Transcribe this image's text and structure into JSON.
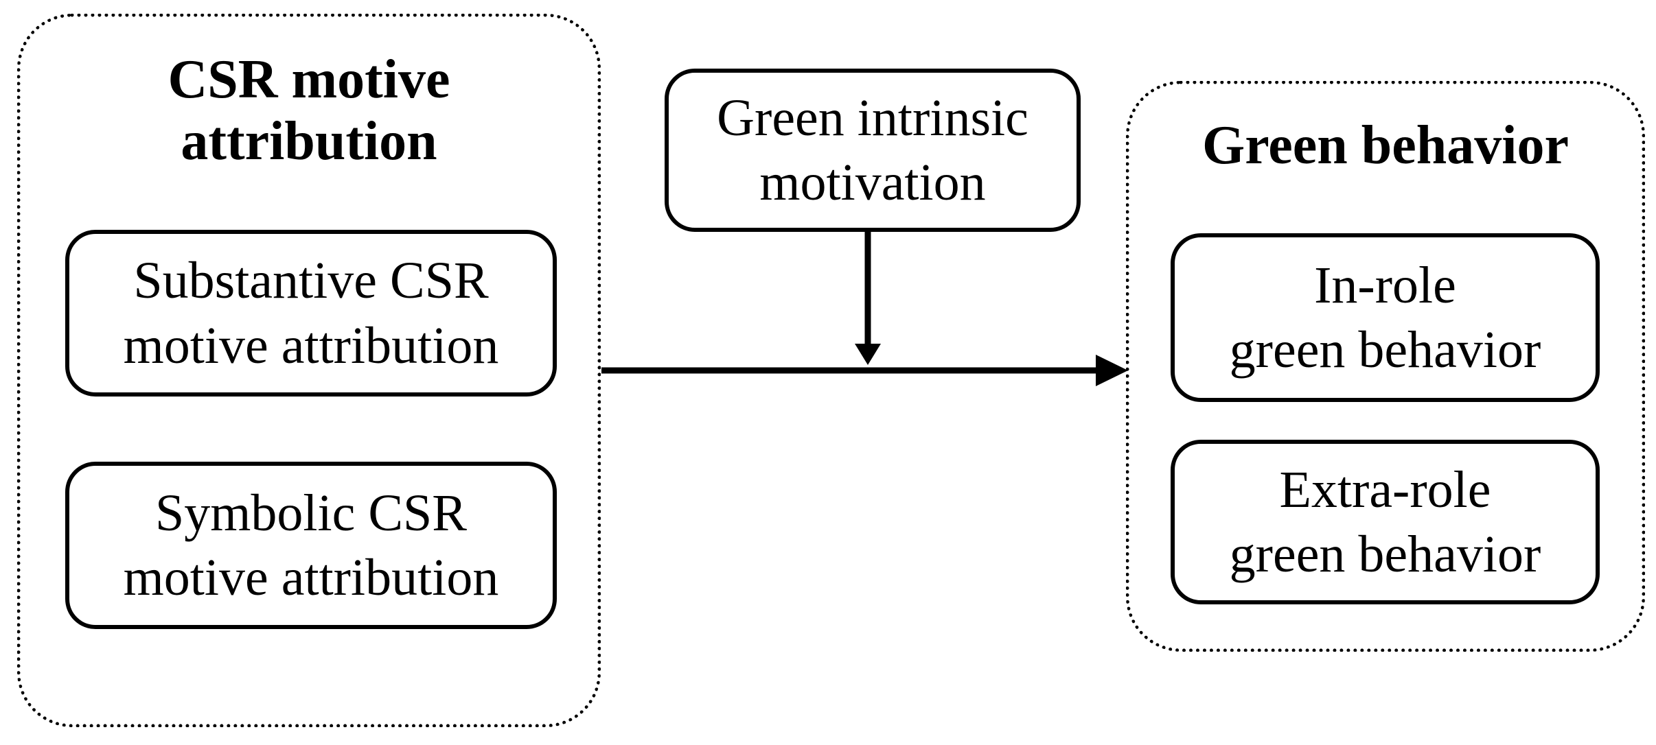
{
  "diagram": {
    "left_group": {
      "title_line1": "CSR motive",
      "title_line2": "attribution",
      "box1_line1": "Substantive CSR",
      "box1_line2": "motive attribution",
      "box2_line1": "Symbolic CSR",
      "box2_line2": "motive attribution"
    },
    "moderator_box": {
      "line1": "Green intrinsic",
      "line2": "motivation"
    },
    "right_group": {
      "title": "Green behavior",
      "box1_line1": "In-role",
      "box1_line2": "green behavior",
      "box2_line1": "Extra-role",
      "box2_line2": "green behavior"
    },
    "colors": {
      "line": "#000000",
      "text": "#000000",
      "background": "#ffffff"
    }
  }
}
